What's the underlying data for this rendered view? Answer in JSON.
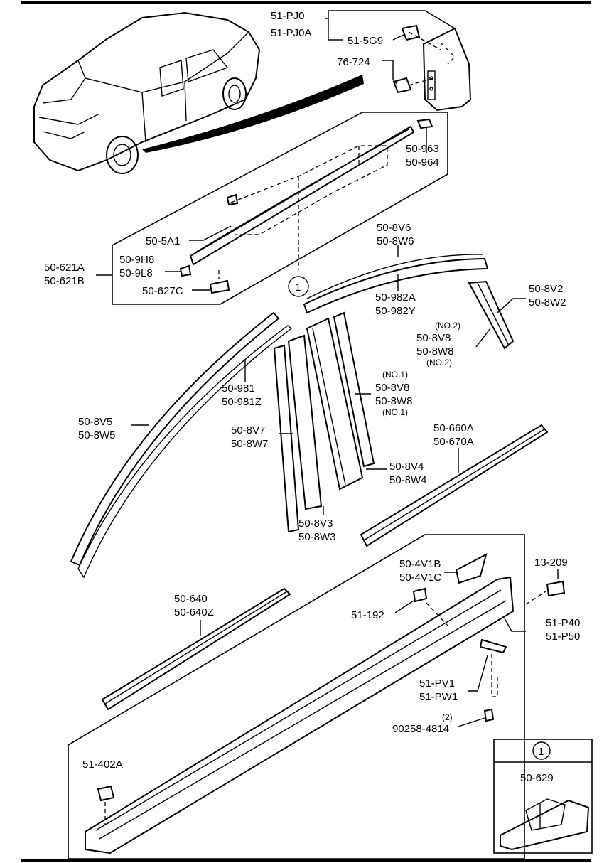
{
  "labels": {
    "pj0": "51-PJ0",
    "pj0a": "51-PJ0A",
    "g59": "51-5G9",
    "p76": "76-724",
    "p963": "50-963",
    "p964": "50-964",
    "p5a1": "50-5A1",
    "p9h8": "50-9H8",
    "p9l8": "50-9L8",
    "p621a": "50-621A",
    "p621b": "50-621B",
    "p627c": "50-627C",
    "p8v6": "50-8V6",
    "p8w6": "50-8W6",
    "p982a": "50-982A",
    "p982y": "50-982Y",
    "p8v2": "50-8V2",
    "p8w2": "50-8W2",
    "no2a": "(NO.2)",
    "p8v8b": "50-8V8",
    "p8w8b": "50-8W8",
    "no2b": "(NO.2)",
    "p981": "50-981",
    "p981z": "50-981Z",
    "no1a": "(NO.1)",
    "p8v8a": "50-8V8",
    "p8w8a": "50-8W8",
    "no1b": "(NO.1)",
    "p8v5": "50-8V5",
    "p8w5": "50-8W5",
    "p8v7": "50-8V7",
    "p8w7": "50-8W7",
    "p660a": "50-660A",
    "p670a": "50-670A",
    "p8v4": "50-8V4",
    "p8w4": "50-8W4",
    "p8v3": "50-8V3",
    "p8w3": "50-8W3",
    "p4v1b": "50-4V1B",
    "p4v1c": "50-4V1C",
    "p13209": "13-209",
    "p640": "50-640",
    "p640z": "50-640Z",
    "p51192": "51-192",
    "p51p40": "51-P40",
    "p51p50": "51-P50",
    "p51pv1": "51-PV1",
    "p51pw1": "51-PW1",
    "qty2": "(2)",
    "p90258": "90258-4814",
    "p402a": "51-402A",
    "callout": "1",
    "insetCallout": "1",
    "p629": "50-629"
  }
}
